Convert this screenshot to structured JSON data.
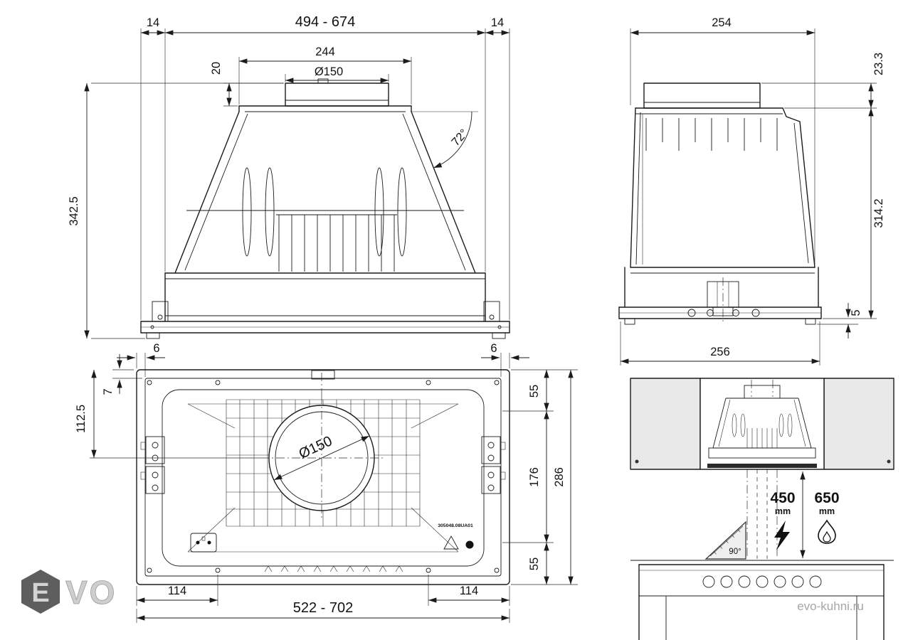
{
  "front_view": {
    "overhang_left": "14",
    "body_width_range": "494 - 674",
    "overhang_right": "14",
    "top_plate_width": "244",
    "duct_diameter": "Ø150",
    "duct_height": "20",
    "total_height": "342.5",
    "front_angle": "72°"
  },
  "side_view": {
    "top_depth": "254",
    "duct_height": "23.3",
    "body_height": "314.2",
    "flange_height": "5",
    "bottom_depth": "256"
  },
  "bottom_view": {
    "rim_left": "6",
    "rim_right": "6",
    "rim_front": "7",
    "duct_center_from_front": "112.5",
    "duct_diameter": "Ø150",
    "hole_front": "55",
    "hole_spacing": "176",
    "hole_rear": "55",
    "depth": "286",
    "side_margin_left": "114",
    "side_margin_right": "114",
    "cutout_width_range": "522 - 702",
    "part_number": "305048.08UA01"
  },
  "installation": {
    "electric_clearance_value": "450",
    "electric_clearance_unit": "mm",
    "gas_clearance_value": "650",
    "gas_clearance_unit": "mm",
    "right_angle": "90°",
    "electric_icon": "lightning-bolt",
    "gas_icon": "gas-flame",
    "angle_icon": "set-square"
  },
  "watermarks": {
    "logo_hex_letter": "E",
    "logo_text": "VO",
    "site": "evo-kuhni.ru"
  }
}
